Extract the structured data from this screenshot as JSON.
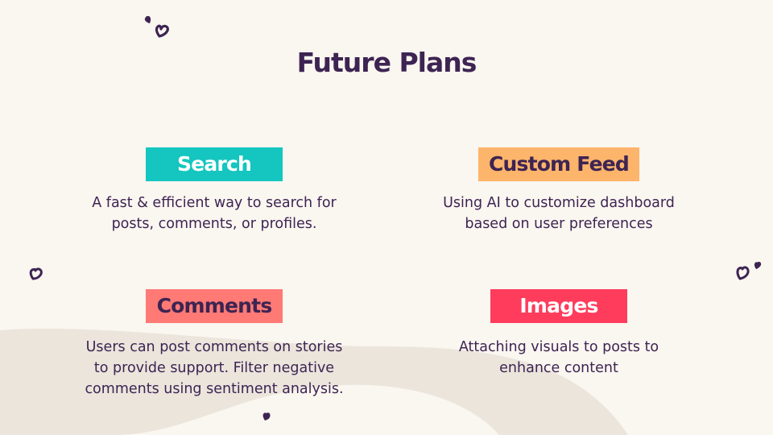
{
  "page_title": "Future Plans",
  "colors": {
    "background": "#faf6f0",
    "swoosh": "#ebe5dc",
    "text": "#3d2452",
    "search_fill": "#14c6bf",
    "custom_feed_fill": "#fdb46b",
    "comments_fill": "#ff7975",
    "images_fill": "#ff3c5c"
  },
  "features": [
    {
      "label": "Search",
      "description": "A fast & efficient way to search for posts, comments, or profiles."
    },
    {
      "label": "Custom Feed",
      "description": "Using AI to customize dashboard based on user preferences"
    },
    {
      "label": "Comments",
      "description": "Users can post comments on stories to provide support. Filter negative comments using sentiment analysis."
    },
    {
      "label": "Images",
      "description": "Attaching visuals to posts to enhance content"
    }
  ],
  "decorations": [
    "heart-icon"
  ]
}
